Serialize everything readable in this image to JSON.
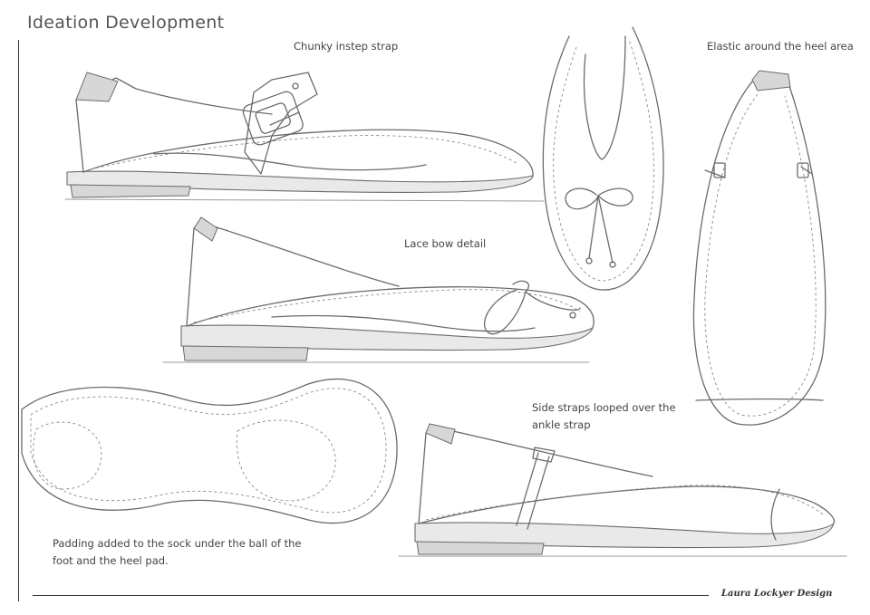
{
  "page": {
    "title": "Ideation Development",
    "signature": "Laura Lockyer Design"
  },
  "notes": {
    "chunky_instep_strap": "Chunky instep strap",
    "elastic_heel": "Elastic around the heel area",
    "lace_bow": "Lace bow detail",
    "side_straps_line1": "Side straps looped over the",
    "side_straps_line2": "ankle strap",
    "padding_line1": "Padding added to the sock under the ball of the",
    "padding_line2": "foot and the heel pad."
  }
}
